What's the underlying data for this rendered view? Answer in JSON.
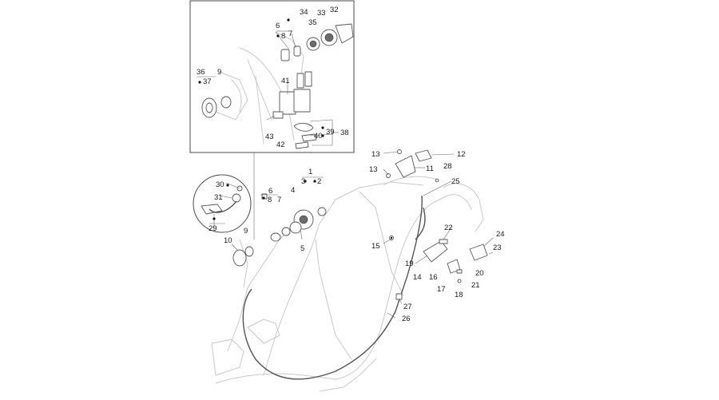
{
  "diagram": {
    "callouts": [
      {
        "id": "c1",
        "text": "1"
      },
      {
        "id": "c2",
        "text": "2"
      },
      {
        "id": "c3",
        "text": "3"
      },
      {
        "id": "c4",
        "text": "4"
      },
      {
        "id": "c5",
        "text": "5"
      },
      {
        "id": "c6a",
        "text": "6"
      },
      {
        "id": "c6b",
        "text": "6"
      },
      {
        "id": "c7a",
        "text": "7"
      },
      {
        "id": "c7b",
        "text": "7"
      },
      {
        "id": "c8a",
        "text": "8"
      },
      {
        "id": "c8b",
        "text": "8"
      },
      {
        "id": "c9a",
        "text": "9"
      },
      {
        "id": "c9b",
        "text": "9"
      },
      {
        "id": "c10",
        "text": "10"
      },
      {
        "id": "c11",
        "text": "11"
      },
      {
        "id": "c12",
        "text": "12"
      },
      {
        "id": "c13a",
        "text": "13"
      },
      {
        "id": "c13b",
        "text": "13"
      },
      {
        "id": "c14",
        "text": "14"
      },
      {
        "id": "c15",
        "text": "15"
      },
      {
        "id": "c16",
        "text": "16"
      },
      {
        "id": "c17",
        "text": "17"
      },
      {
        "id": "c18",
        "text": "18"
      },
      {
        "id": "c19",
        "text": "19"
      },
      {
        "id": "c20",
        "text": "20"
      },
      {
        "id": "c21",
        "text": "21"
      },
      {
        "id": "c22",
        "text": "22"
      },
      {
        "id": "c23",
        "text": "23"
      },
      {
        "id": "c24",
        "text": "24"
      },
      {
        "id": "c25",
        "text": "25"
      },
      {
        "id": "c26",
        "text": "26"
      },
      {
        "id": "c27",
        "text": "27"
      },
      {
        "id": "c28",
        "text": "28"
      },
      {
        "id": "c29",
        "text": "29"
      },
      {
        "id": "c30",
        "text": "30"
      },
      {
        "id": "c31",
        "text": "31"
      },
      {
        "id": "c32",
        "text": "32"
      },
      {
        "id": "c33",
        "text": "33"
      },
      {
        "id": "c34",
        "text": "34"
      },
      {
        "id": "c35",
        "text": "35"
      },
      {
        "id": "c36",
        "text": "36"
      },
      {
        "id": "c37",
        "text": "37"
      },
      {
        "id": "c38",
        "text": "38"
      },
      {
        "id": "c39",
        "text": "39"
      },
      {
        "id": "c40",
        "text": "40"
      },
      {
        "id": "c41",
        "text": "41"
      },
      {
        "id": "c42",
        "text": "42"
      },
      {
        "id": "c43",
        "text": "43"
      }
    ]
  }
}
